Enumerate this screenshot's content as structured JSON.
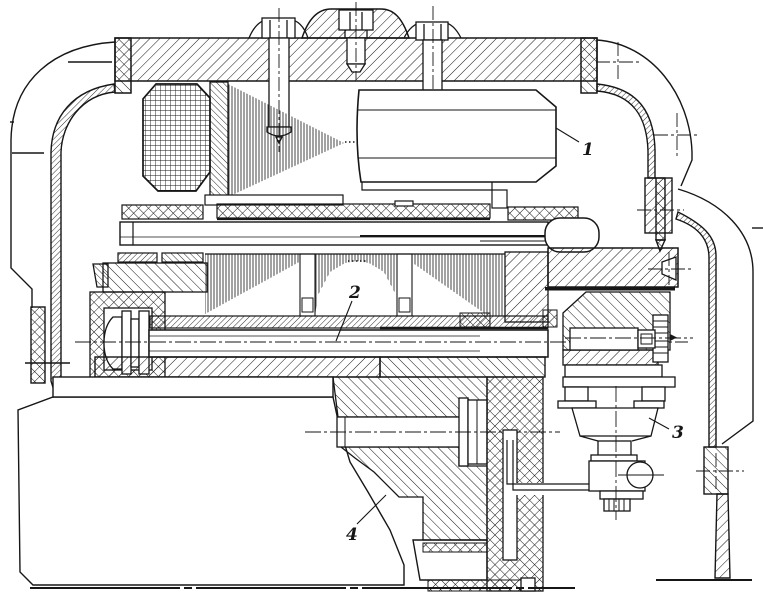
{
  "figure": {
    "type": "technical-cross-section-drawing",
    "callouts": [
      {
        "id": "part-1",
        "label": "1"
      },
      {
        "id": "part-2",
        "label": "2"
      },
      {
        "id": "part-3",
        "label": "3"
      },
      {
        "id": "part-4",
        "label": "4"
      }
    ]
  },
  "colors": {
    "line": "#161616",
    "background": "#ffffff"
  }
}
